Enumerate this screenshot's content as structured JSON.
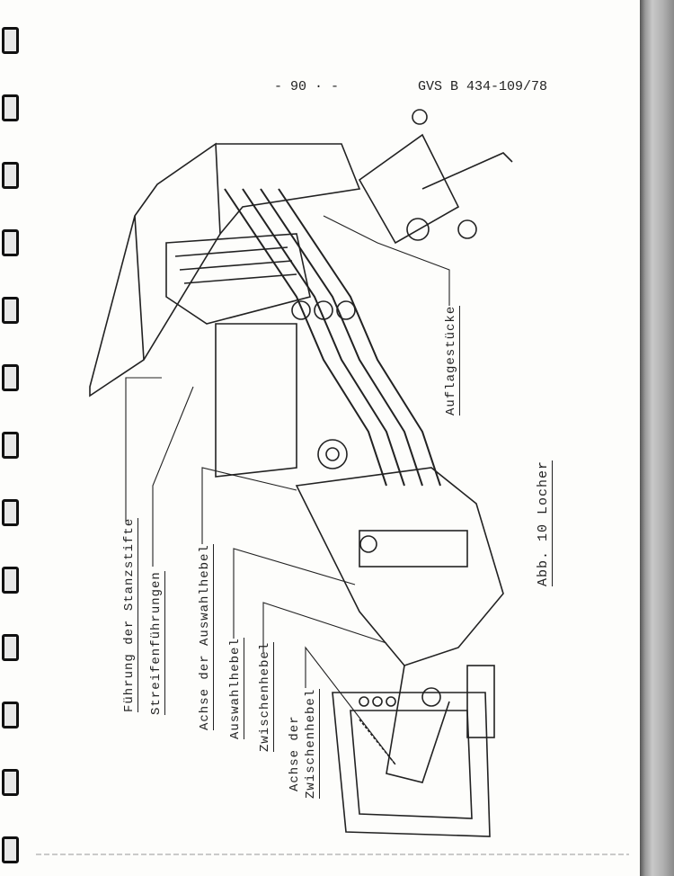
{
  "header": {
    "page_number": "- 90 · -",
    "doc_ref": "GVS B 434-109/78"
  },
  "figure": {
    "caption": "Abb. 10 Locher",
    "labels": {
      "fuehrung": "Führung der Stanzstifte",
      "streifen": "Streifenführungen",
      "achse_auswahl": "Achse der Auswahlhebel",
      "auswahlhebel": "Auswahlhebel",
      "zwischenhebel": "Zwischenhebel",
      "achse_zwischen_1": "Achse der",
      "achse_zwischen_2": "Zwischenhebel",
      "auflage": "Auflagestücke"
    }
  }
}
